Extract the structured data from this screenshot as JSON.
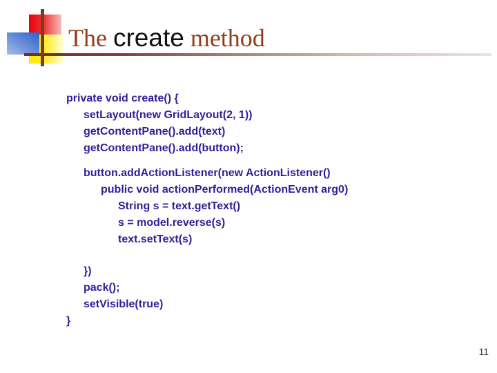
{
  "slide": {
    "title": {
      "part1": "The",
      "part2": "create",
      "part3": "method"
    },
    "page_number": "11"
  },
  "code": {
    "blocks": [
      {
        "lines": [
          "private void create() {",
          "setLayout(new GridLayout(2, 1))",
          "getContentPane().add(text)",
          "getContentPane().add(button);"
        ]
      },
      {
        "lines": [
          "button.addActionListener(new ActionListener()",
          "public void actionPerformed(ActionEvent arg0)",
          "String s = text.getText()",
          "s = model.reverse(s)",
          "text.setText(s)"
        ]
      },
      {
        "lines": [
          "})",
          "pack();",
          "setVisible(true)",
          "}"
        ]
      }
    ]
  },
  "colors": {
    "title_brown": "#8e3f1d",
    "title_black": "#111111",
    "code_indigo": "#2e1f97",
    "decoration_red": "#ea000c",
    "decoration_blue": "#2b5fc8",
    "decoration_yellow": "#ffe800",
    "decoration_bar_brown": "#7a3b1f",
    "background": "#ffffff"
  }
}
